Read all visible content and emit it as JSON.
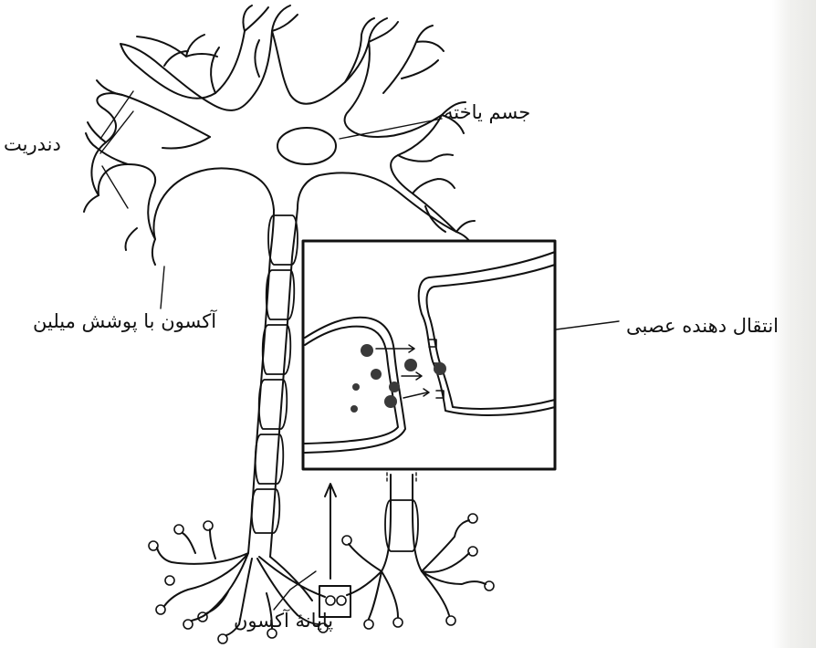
{
  "labels": {
    "cell_body": "جسم یاخته",
    "dendrite": "دندریت",
    "myelin_axon": "آکسون با پوشش میلین",
    "neurotransmitter": "انتقال دهنده عصبی",
    "axon_terminal": "پایانۀ آکسون"
  },
  "colors": {
    "ink": "#111111",
    "paper": "#ffffff"
  }
}
